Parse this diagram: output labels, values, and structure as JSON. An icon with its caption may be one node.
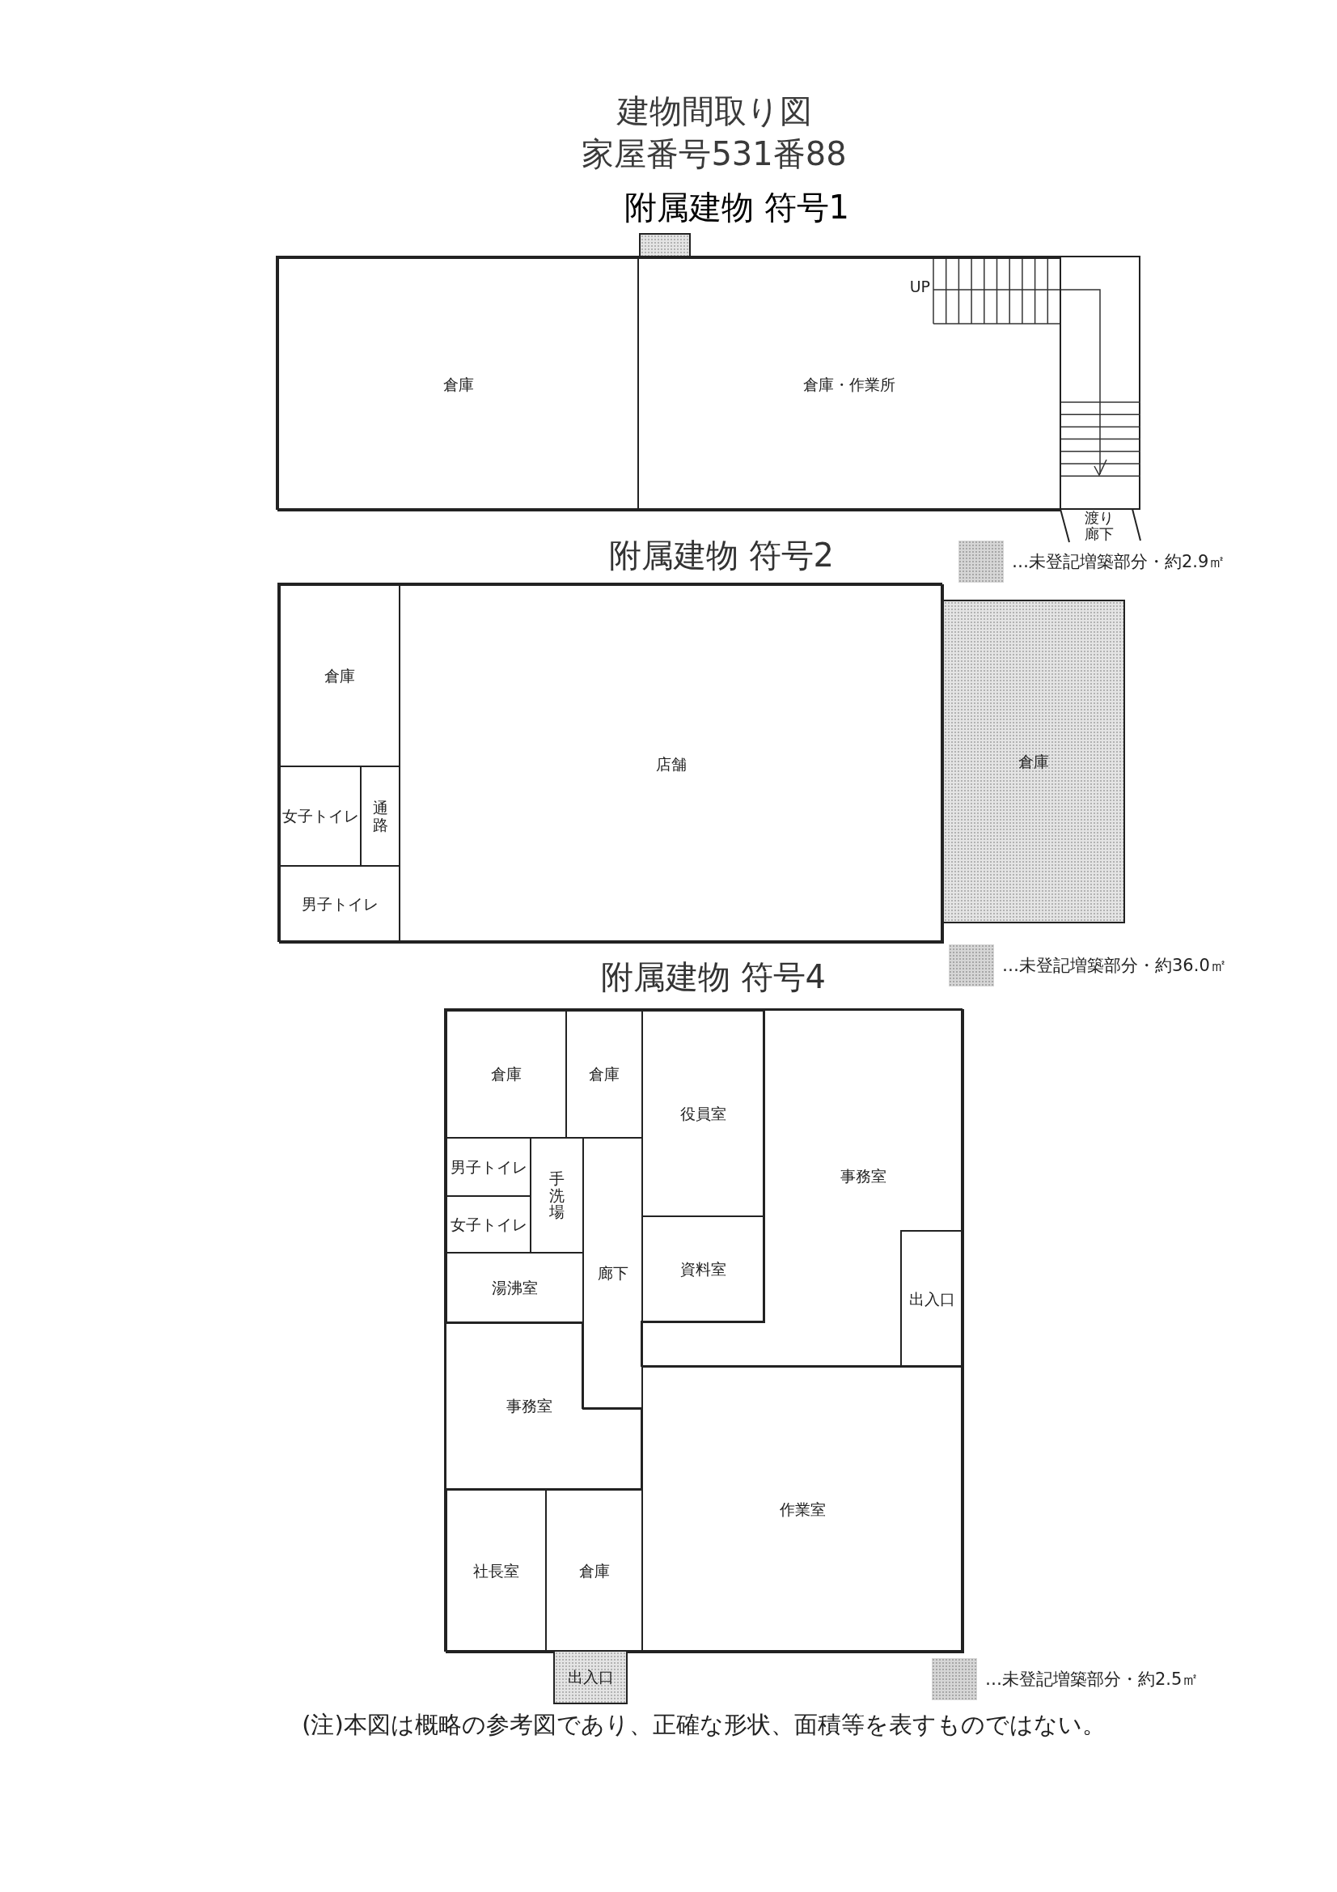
{
  "diagram": {
    "title": "建物間取り図",
    "nodes": [
      {
        "text": [
          "附属建物 符号1"
        ]
      },
      {
        "text": [
          "倉庫"
        ],
        "in": 0
      },
      {
        "text": [
          "倉庫・作業所"
        ],
        "in": 0
      },
      {
        "text": [],
        "shape": "box"
      },
      {
        "text": [
          "附属建物 符号2"
        ]
      },
      {
        "text": [
          "倉庫"
        ],
        "in": 4
      },
      {
        "text": [
          "女子トイレ"
        ],
        "in": 4
      },
      {
        "text": [
          "通路"
        ],
        "in": 4
      },
      {
        "text": [
          "男子トイレ"
        ],
        "in": 4
      },
      {
        "text": [
          "店舗"
        ],
        "in": 4
      },
      {
        "text": [
          "倉庫"
        ]
      },
      {
        "text": [
          "附属建物 符号4"
        ]
      },
      {
        "text": [
          "倉庫"
        ],
        "in": 11
      },
      {
        "text": [
          "倉庫"
        ],
        "in": 11
      },
      {
        "text": [
          "役員室"
        ],
        "in": 11
      },
      {
        "text": [
          "事務室"
        ],
        "in": 11
      },
      {
        "text": [
          "男子トイレ"
        ],
        "in": 11
      },
      {
        "text": [
          "手洗場"
        ],
        "in": 11
      },
      {
        "text": [
          "女子トイレ"
        ],
        "in": 11
      },
      {
        "text": [
          "廊下"
        ],
        "in": 11
      },
      {
        "text": [
          "湯沸室"
        ],
        "in": 11
      },
      {
        "text": [
          "資料室"
        ],
        "in": 11
      },
      {
        "text": [
          "出入口"
        ],
        "in": 15
      },
      {
        "text": [
          "事務室"
        ],
        "in": 11
      },
      {
        "text": [
          "作業室"
        ],
        "in": 11
      },
      {
        "text": [
          "社長室"
        ],
        "in": 11
      },
      {
        "text": [
          "倉庫"
        ],
        "in": 11
      },
      {
        "text": [
          "出入口"
        ]
      }
    ],
    "labels": [
      "家屋番号531番88",
      "UP",
      "渡り廊下",
      "(注)本図は概略の参考図であり、正確な形状、面積等を表すものではない。"
    ],
    "legend": [
      {
        "text": "…未登記増築部分・約2.9㎡",
        "color": "#d6d6d6"
      },
      {
        "text": "…未登記増築部分・約36.0㎡",
        "color": "#d6d6d6"
      },
      {
        "text": "…未登記増築部分・約2.5㎡",
        "color": "#d6d6d6"
      }
    ]
  }
}
